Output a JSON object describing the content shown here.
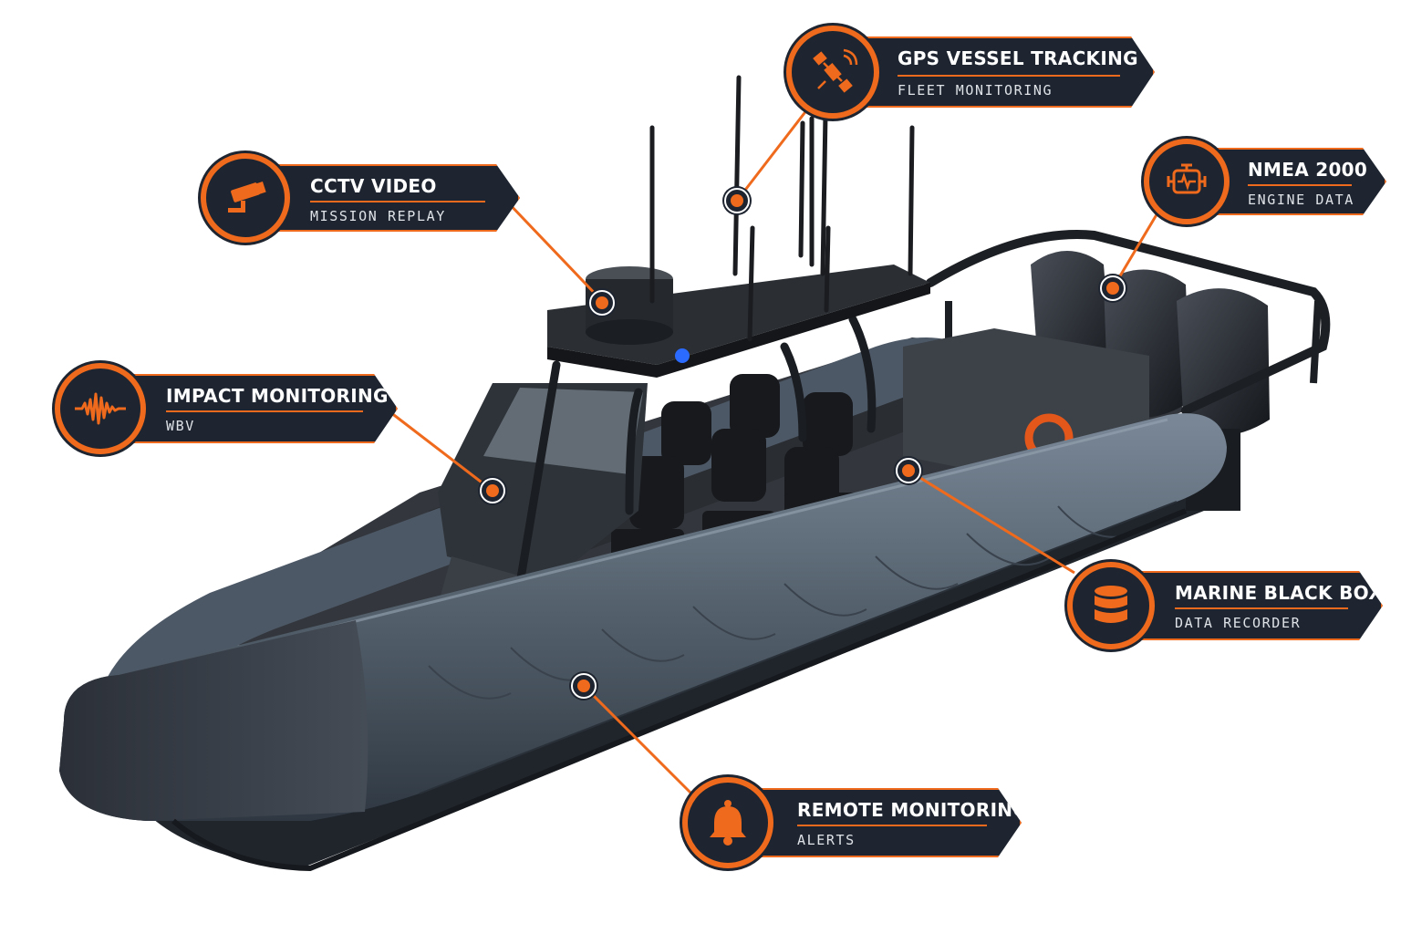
{
  "colors": {
    "accent": "#ef6a1c",
    "panel": "#1e2530",
    "hull": "#4a5665",
    "tube": "#5d6b7c"
  },
  "callouts": [
    {
      "id": "gps",
      "title": "GPS VESSEL TRACKING",
      "subtitle": "FLEET MONITORING",
      "icon": "satellite-icon"
    },
    {
      "id": "cctv",
      "title": "CCTV VIDEO",
      "subtitle": "MISSION REPLAY",
      "icon": "camera-icon"
    },
    {
      "id": "nmea",
      "title": "NMEA 2000",
      "subtitle": "ENGINE DATA",
      "icon": "engine-icon"
    },
    {
      "id": "impact",
      "title": "IMPACT MONITORING",
      "subtitle": "WBV",
      "icon": "waveform-icon"
    },
    {
      "id": "blackbox",
      "title": "MARINE BLACK BOX",
      "subtitle": "DATA RECORDER",
      "icon": "database-icon"
    },
    {
      "id": "remote",
      "title": "REMOTE MONITORING",
      "subtitle": "ALERTS",
      "icon": "bell-icon"
    }
  ]
}
